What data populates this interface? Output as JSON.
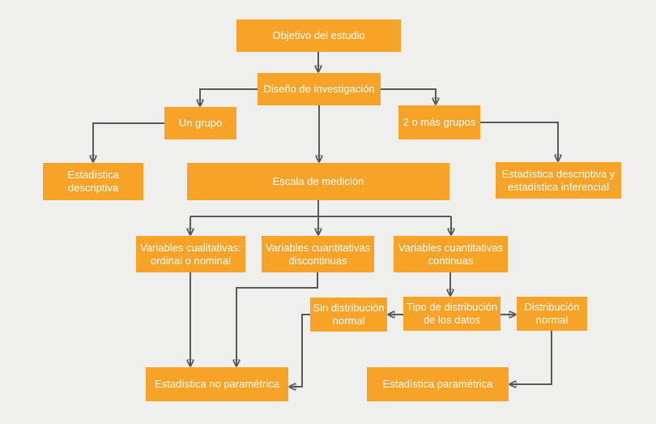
{
  "diagram": {
    "colors": {
      "background": "#EFEFEE",
      "node_fill": "#F6A327",
      "node_text": "#FFFFFF",
      "connector": "#58595B"
    },
    "nodes": [
      {
        "id": "objetivo",
        "label": "Objetivo del estudio"
      },
      {
        "id": "diseno",
        "label": "Diseño de investigación"
      },
      {
        "id": "un_grupo",
        "label": "Un grupo"
      },
      {
        "id": "dos_mas",
        "label": "2 o más grupos"
      },
      {
        "id": "est_desc",
        "label": "Estadística descriptiva"
      },
      {
        "id": "escala",
        "label": "Escala de medición"
      },
      {
        "id": "est_desc_inf",
        "label": "Estadística descriptiva y estadística inferencial"
      },
      {
        "id": "var_cual",
        "label": "Variables cualitativas: ordinal o nominal"
      },
      {
        "id": "var_cuant_disc",
        "label": "Variables cuantitativas discontinuas"
      },
      {
        "id": "var_cuant_cont",
        "label": "Variables cuantitativas continuas"
      },
      {
        "id": "sin_dist",
        "label": "Sin distribución normal"
      },
      {
        "id": "tipo_dist",
        "label": "Tipo de distribución de los datos"
      },
      {
        "id": "dist_normal",
        "label": "Distribución normal"
      },
      {
        "id": "est_no_param",
        "label": "Estadística no paramétrica"
      },
      {
        "id": "est_param",
        "label": "Estadística paramétrica"
      }
    ],
    "edges": [
      {
        "from": "objetivo",
        "to": "diseno"
      },
      {
        "from": "diseno",
        "to": "un_grupo"
      },
      {
        "from": "diseno",
        "to": "dos_mas"
      },
      {
        "from": "diseno",
        "to": "escala"
      },
      {
        "from": "un_grupo",
        "to": "est_desc"
      },
      {
        "from": "dos_mas",
        "to": "est_desc_inf"
      },
      {
        "from": "escala",
        "to": "var_cual"
      },
      {
        "from": "escala",
        "to": "var_cuant_disc"
      },
      {
        "from": "escala",
        "to": "var_cuant_cont"
      },
      {
        "from": "var_cual",
        "to": "est_no_param"
      },
      {
        "from": "var_cuant_disc",
        "to": "est_no_param"
      },
      {
        "from": "var_cuant_cont",
        "to": "tipo_dist"
      },
      {
        "from": "tipo_dist",
        "to": "sin_dist"
      },
      {
        "from": "tipo_dist",
        "to": "dist_normal"
      },
      {
        "from": "sin_dist",
        "to": "est_no_param"
      },
      {
        "from": "dist_normal",
        "to": "est_param"
      }
    ]
  }
}
